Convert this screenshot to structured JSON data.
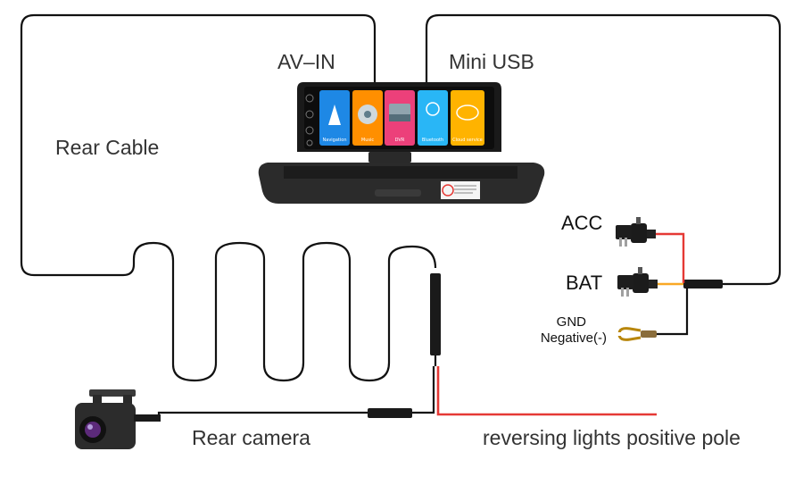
{
  "labels": {
    "av_in": "AV–IN",
    "mini_usb": "Mini USB",
    "rear_cable": "Rear Cable",
    "acc": "ACC",
    "bat": "BAT",
    "gnd": "GND",
    "negative": "Negative(-)",
    "rear_camera": "Rear camera",
    "reversing": "reversing lights positive pole"
  },
  "screen_tiles": [
    {
      "label": "Navigation",
      "color": "#1e88e5"
    },
    {
      "label": "Music",
      "color": "#ff8f00"
    },
    {
      "label": "DVR",
      "color": "#ec407a"
    },
    {
      "label": "Bluetooth",
      "color": "#29b6f6"
    },
    {
      "label": "Cloud service",
      "color": "#ffb300"
    }
  ],
  "colors": {
    "wire": "#111111",
    "positive_wire": "#e53935",
    "acc_wire": "#e53935",
    "bat_wire": "#f9a825",
    "device_body": "#2b2b2b"
  }
}
